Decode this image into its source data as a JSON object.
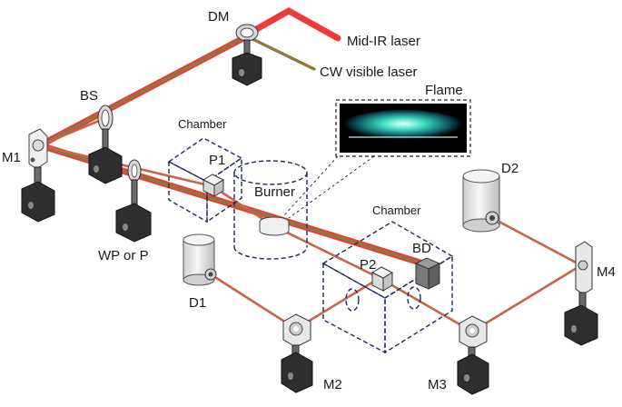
{
  "labels": {
    "dm": "DM",
    "mid_ir": "Mid-IR laser",
    "cw_visible": "CW visible laser",
    "bs": "BS",
    "m1": "M1",
    "chamber_1": "Chamber",
    "p1": "P1",
    "burner": "Burner",
    "flame": "Flame",
    "d2": "D2",
    "chamber_2": "Chamber",
    "bd": "BD",
    "p2": "P2",
    "m4": "M4",
    "wp_or_p": "WP or P",
    "d1": "D1",
    "m2": "M2",
    "m3": "M3"
  },
  "colors": {
    "mid_ir_beam": "#ef3a3a",
    "visible_beam": "#8b7a3a",
    "probe_beam": "#c8644a",
    "chamber_outline": "#1f2a5a",
    "flame_glow": "#3fe0c0"
  }
}
